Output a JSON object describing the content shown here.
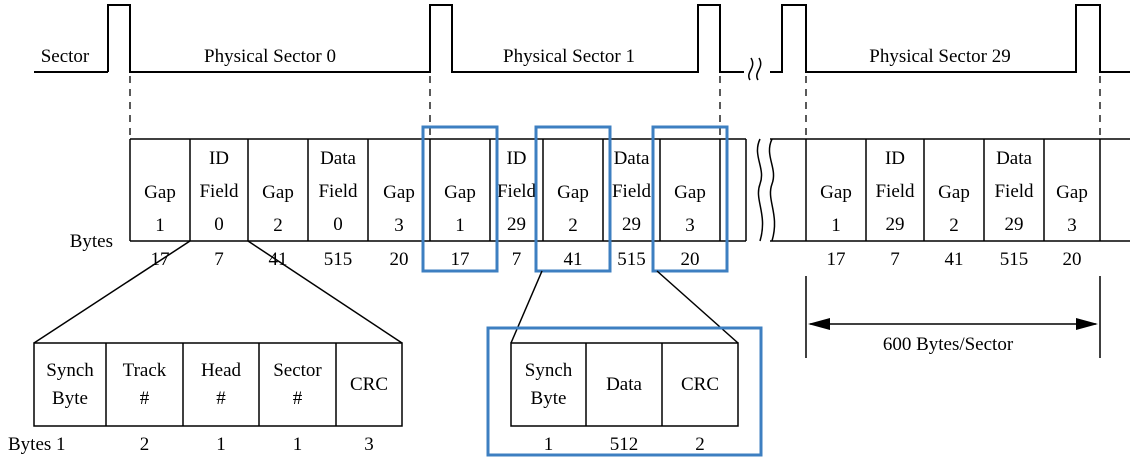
{
  "timing": {
    "sector_label": "Sector",
    "physical_sectors": [
      {
        "label": "Physical Sector 0"
      },
      {
        "label": "Physical Sector 1"
      },
      {
        "label": "Physical Sector 29"
      }
    ]
  },
  "bytes_label": "Bytes",
  "sector0_fields": [
    {
      "lines": [
        "Gap",
        "1"
      ],
      "bytes": "17"
    },
    {
      "lines": [
        "ID",
        "Field",
        "0"
      ],
      "bytes": "7"
    },
    {
      "lines": [
        "Gap",
        "2"
      ],
      "bytes": "41"
    },
    {
      "lines": [
        "Data",
        "Field",
        "0"
      ],
      "bytes": "515"
    },
    {
      "lines": [
        "Gap",
        "3"
      ],
      "bytes": "20"
    }
  ],
  "sector1_fields": [
    {
      "lines": [
        "Gap",
        "1"
      ],
      "bytes": "17",
      "highlighted": true
    },
    {
      "lines": [
        "ID",
        "Field",
        "29"
      ],
      "bytes": "7",
      "highlighted": false
    },
    {
      "lines": [
        "Gap",
        "2"
      ],
      "bytes": "41",
      "highlighted": true
    },
    {
      "lines": [
        "Data",
        "Field",
        "29"
      ],
      "bytes": "515",
      "highlighted": false
    },
    {
      "lines": [
        "Gap",
        "3"
      ],
      "bytes": "20",
      "highlighted": true
    }
  ],
  "sector29_fields": [
    {
      "lines": [
        "Gap",
        "1"
      ],
      "bytes": "17"
    },
    {
      "lines": [
        "ID",
        "Field",
        "29"
      ],
      "bytes": "7"
    },
    {
      "lines": [
        "Gap",
        "2"
      ],
      "bytes": "41"
    },
    {
      "lines": [
        "Data",
        "Field",
        "29"
      ],
      "bytes": "515"
    },
    {
      "lines": [
        "Gap",
        "3"
      ],
      "bytes": "20"
    }
  ],
  "sector_size_label": "600 Bytes/Sector",
  "id_field_detail": {
    "bytes_prefix": "Bytes 1",
    "cells": [
      {
        "lines": [
          "Synch",
          "Byte"
        ],
        "bytes": ""
      },
      {
        "lines": [
          "Track",
          "#"
        ],
        "bytes": "2"
      },
      {
        "lines": [
          "Head",
          "#"
        ],
        "bytes": "1"
      },
      {
        "lines": [
          "Sector",
          "#"
        ],
        "bytes": "1"
      },
      {
        "lines": [
          "CRC"
        ],
        "bytes": "3"
      }
    ]
  },
  "data_field_detail": {
    "cells": [
      {
        "lines": [
          "Synch",
          "Byte"
        ],
        "bytes": "1"
      },
      {
        "lines": [
          "Data"
        ],
        "bytes": "512"
      },
      {
        "lines": [
          "CRC"
        ],
        "bytes": "2"
      }
    ]
  },
  "colors": {
    "highlight": "#3d7fc1",
    "line": "#000000"
  }
}
